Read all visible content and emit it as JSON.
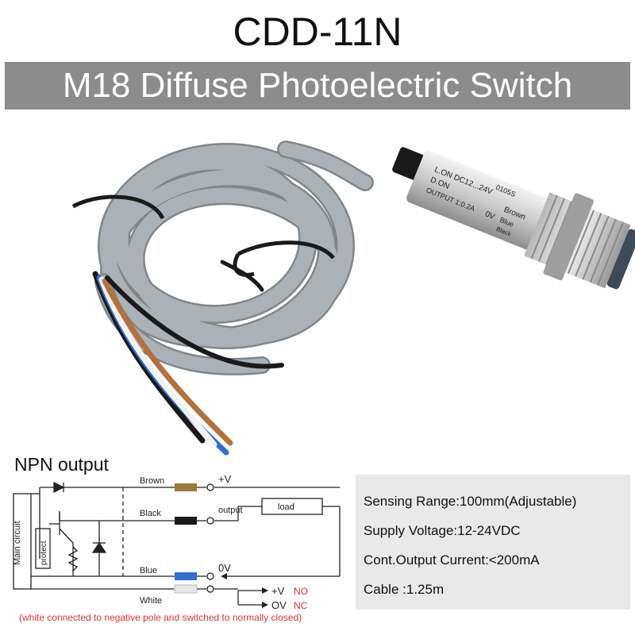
{
  "title": {
    "model": "CDD-11N",
    "subtitle": "M18 Diffuse Photoelectric Switch"
  },
  "sensor_label": {
    "line1": "L.ON DC12...24V",
    "line2": "D.ON",
    "line3": "OUTPUT 1:0.2A",
    "code": "0105S",
    "brown": "Brown",
    "blue": "Blue",
    "black": "Black",
    "ov": "0V"
  },
  "diagram": {
    "heading": "NPN output",
    "main_circuit": "Main circuit",
    "protect": "protect",
    "load": "load",
    "wires": {
      "brown": "Brown",
      "black": "Black",
      "blue": "Blue",
      "white": "White"
    },
    "terminals": {
      "plus_v": "+V",
      "output": "output",
      "zero_v": "0V",
      "plus_v2": "+V",
      "ov2": "OV",
      "no": "NO",
      "nc": "NC"
    },
    "note": "(white connected to negative pole and switched to normally closed)"
  },
  "specs": {
    "range": "Sensing Range:100mm(Adjustable)",
    "voltage": "Supply Voltage:12-24VDC",
    "current": "Cont.Output Current:<200mA",
    "cable": "Cable :1.25m"
  },
  "colors": {
    "banner": "#8c8c8c",
    "cable": "#a9b1b6",
    "brown_wire": "#b5713a",
    "blue_wire": "#2f6fd6",
    "red_note": "#d33333"
  }
}
